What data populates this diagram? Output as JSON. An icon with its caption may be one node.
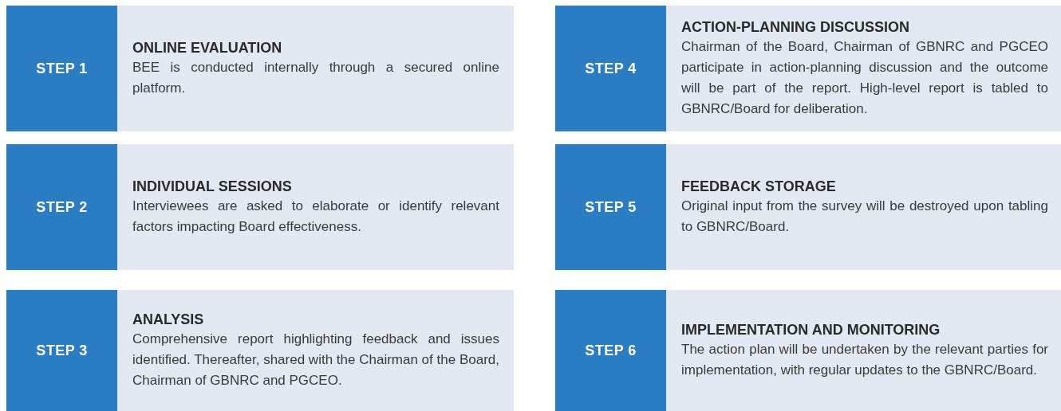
{
  "diagram": {
    "nodes": [
      {
        "text": [
          "STEP 1"
        ]
      },
      {
        "text": [
          "ONLINE EVALUATION",
          "BEE is conducted internally through a secured online platform."
        ]
      },
      {
        "text": [
          "STEP 2"
        ]
      },
      {
        "text": [
          "INDIVIDUAL SESSIONS",
          "Interviewees are asked to elaborate or identify relevant factors impacting Board effectiveness."
        ]
      },
      {
        "text": [
          "STEP 3"
        ]
      },
      {
        "text": [
          "ANALYSIS",
          "Comprehensive report highlighting feedback and issues identified. Thereafter, shared with the Chairman of the Board, Chairman of GBNRC and PGCEO."
        ]
      },
      {
        "text": [
          "STEP 4"
        ]
      },
      {
        "text": [
          "ACTION-PLANNING DISCUSSION",
          "Chairman of the Board, Chairman of GBNRC and PGCEO participate in action-planning discussion and the outcome will be part of the report. High-level report is tabled to GBNRC/Board for deliberation."
        ]
      },
      {
        "text": [
          "STEP 5"
        ]
      },
      {
        "text": [
          "FEEDBACK STORAGE",
          "Original input from the survey will be destroyed upon tabling to GBNRC/Board."
        ]
      },
      {
        "text": [
          "STEP 6"
        ]
      },
      {
        "text": [
          "IMPLEMENTATION AND MONITORING",
          "The action plan will be undertaken by the relevant parties for implementation, with regular updates to the GBNRC/Board."
        ]
      }
    ]
  }
}
